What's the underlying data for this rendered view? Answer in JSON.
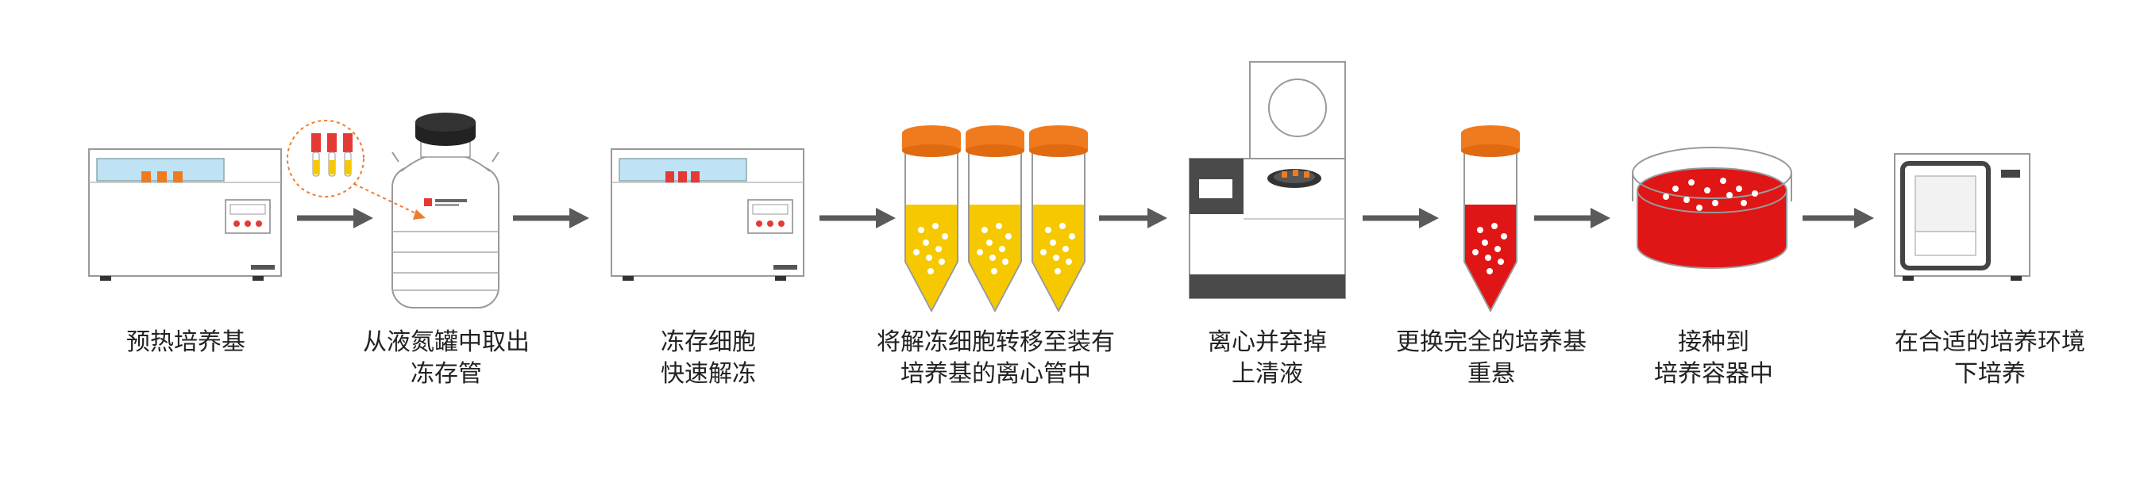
{
  "steps": [
    {
      "lines": [
        "预热培养基"
      ]
    },
    {
      "lines": [
        "从液氮罐中取出",
        "冻存管"
      ]
    },
    {
      "lines": [
        "冻存细胞",
        "快速解冻"
      ]
    },
    {
      "lines": [
        "将解冻细胞转移至装有",
        "培养基的离心管中"
      ]
    },
    {
      "lines": [
        "离心并弃掉",
        "上清液"
      ]
    },
    {
      "lines": [
        "更换完全的培养基",
        "重悬"
      ]
    },
    {
      "lines": [
        "接种到",
        "培养容器中"
      ]
    },
    {
      "lines": [
        "在合适的培养环境",
        "下培养"
      ]
    }
  ],
  "colors": {
    "orange_cap": "#f07a1e",
    "red_cap": "#e53935",
    "yellow_medium": "#f5c800",
    "red_medium": "#e01515",
    "arrow": "#5a5a5a",
    "water": "#bfe3f5",
    "dark_body": "#4a4a4a"
  }
}
